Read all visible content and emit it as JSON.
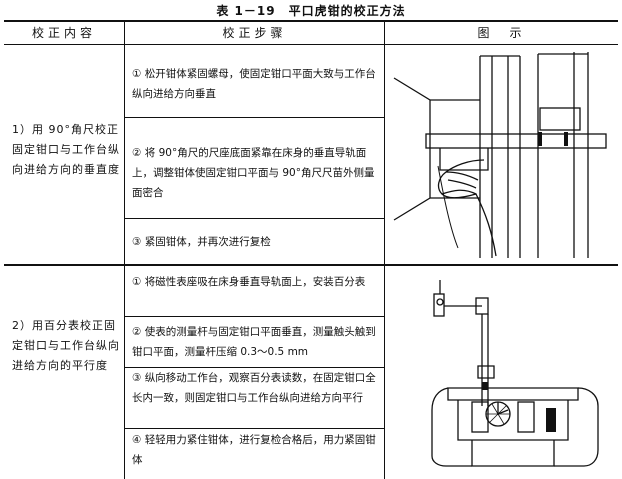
{
  "table": {
    "caption": "表 1－19　平口虎钳的校正方法",
    "headers": [
      "校正内容",
      "校正步骤",
      "图　示"
    ],
    "rows": [
      {
        "method": "1）用 90°角尺校正固定钳口与工作台纵向进给方向的垂直度",
        "steps": [
          "① 松开钳体紧固螺母，使固定钳口平面大致与工作台纵向进给方向垂直",
          "② 将 90°角尺的尺座底面紧靠在床身的垂直导轨面上，调整钳体使固定钳口平面与 90°角尺尺苗外侧量面密合",
          "③ 紧固钳体，并再次进行复检"
        ]
      },
      {
        "method": "2）用百分表校正固定钳口与工作台纵向进给方向的平行度",
        "steps": [
          "① 将磁性表座吸在床身垂直导轨面上，安装百分表",
          "② 使表的测量杆与固定钳口平面垂直，测量触头触到钳口平面，测量杆压缩 0.3～0.5 mm",
          "③ 纵向移动工作台，观察百分表读数，在固定钳口全长内一致，则固定钳口与工作台纵向进给方向平行",
          "④ 轻轻用力紧住钳体，进行复检合格后，用力紧固钳体"
        ]
      }
    ]
  }
}
